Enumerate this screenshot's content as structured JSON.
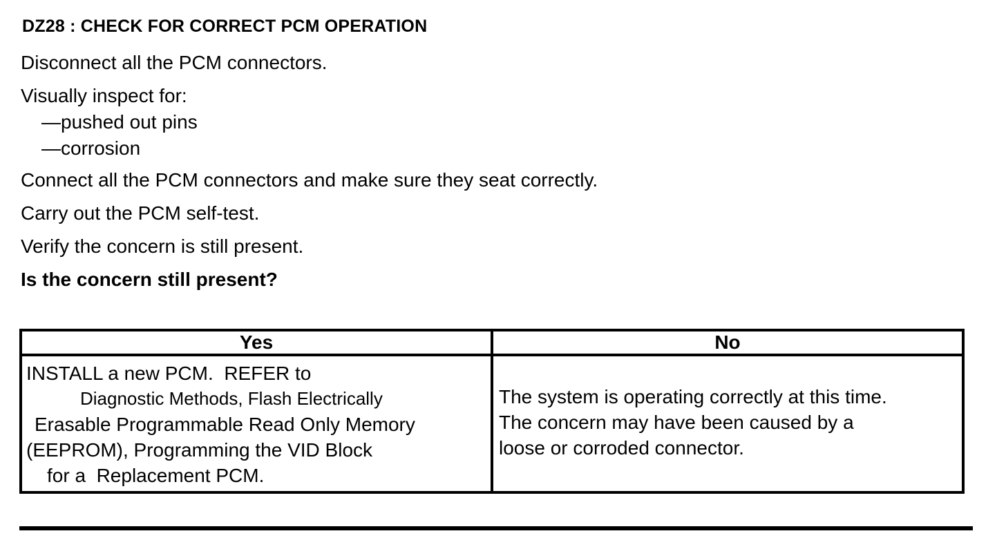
{
  "colors": {
    "text": "#000000",
    "background": "#ffffff",
    "border": "#000000"
  },
  "title": "DZ28 : CHECK FOR CORRECT PCM OPERATION",
  "procedure": {
    "steps": [
      {
        "text": "Disconnect all the PCM connectors."
      },
      {
        "text": "Visually inspect for:"
      },
      {
        "text": "—pushed out pins"
      },
      {
        "text": "—corrosion"
      },
      {
        "text": "Connect all the PCM connectors and make sure they seat correctly."
      },
      {
        "text": "Carry out the PCM self-test."
      },
      {
        "text": "Verify the concern is still present."
      },
      {
        "text": "Is the concern still present?"
      }
    ]
  },
  "results_table": {
    "yes_header": "Yes",
    "no_header": "No",
    "yes_lines": [
      "INSTALL a new PCM.  REFER to",
      "Diagnostic Methods, Flash Electrically",
      "Erasable Programmable Read Only Memory",
      "(EEPROM), Programming the VID Block",
      "for a  Replacement PCM."
    ],
    "no_lines": [
      "The system is operating correctly at this time.",
      "The concern may have been caused by a",
      "loose or corroded connector."
    ]
  }
}
